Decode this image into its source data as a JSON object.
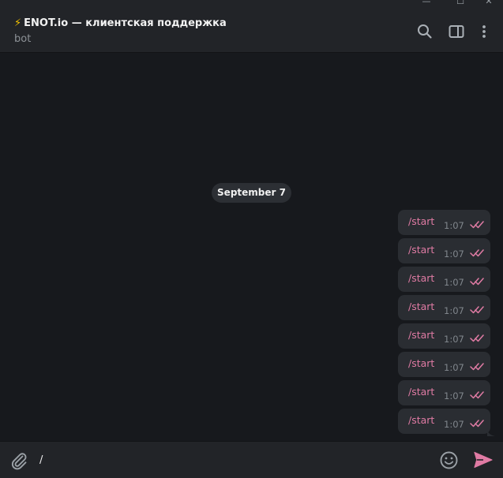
{
  "window": {
    "controls": [
      "minimize",
      "maximize",
      "close"
    ],
    "minimize_glyph": "—",
    "maximize_glyph": "☐",
    "close_glyph": "✕"
  },
  "header": {
    "title_emoji": "⚡",
    "title": "ENOT.io — клиентская поддержка",
    "subtitle": "bot",
    "icons": [
      "search-icon",
      "sidebar-toggle-icon",
      "more-vertical-icon"
    ]
  },
  "chat": {
    "date_separator": "September 7",
    "messages": [
      {
        "text": "/start",
        "time": "1:07",
        "status": "read"
      },
      {
        "text": "/start",
        "time": "1:07",
        "status": "read"
      },
      {
        "text": "/start",
        "time": "1:07",
        "status": "read"
      },
      {
        "text": "/start",
        "time": "1:07",
        "status": "read"
      },
      {
        "text": "/start",
        "time": "1:07",
        "status": "read"
      },
      {
        "text": "/start",
        "time": "1:07",
        "status": "read"
      },
      {
        "text": "/start",
        "time": "1:07",
        "status": "read"
      },
      {
        "text": "/start",
        "time": "1:07",
        "status": "read"
      }
    ]
  },
  "composer": {
    "value": "/",
    "icons": [
      "paperclip-icon",
      "emoji-icon",
      "send-icon"
    ]
  },
  "colors": {
    "background": "#17191d",
    "panel": "#222428",
    "bubble": "#2a2d32",
    "accent": "#e07ba4",
    "muted": "#80868c"
  }
}
